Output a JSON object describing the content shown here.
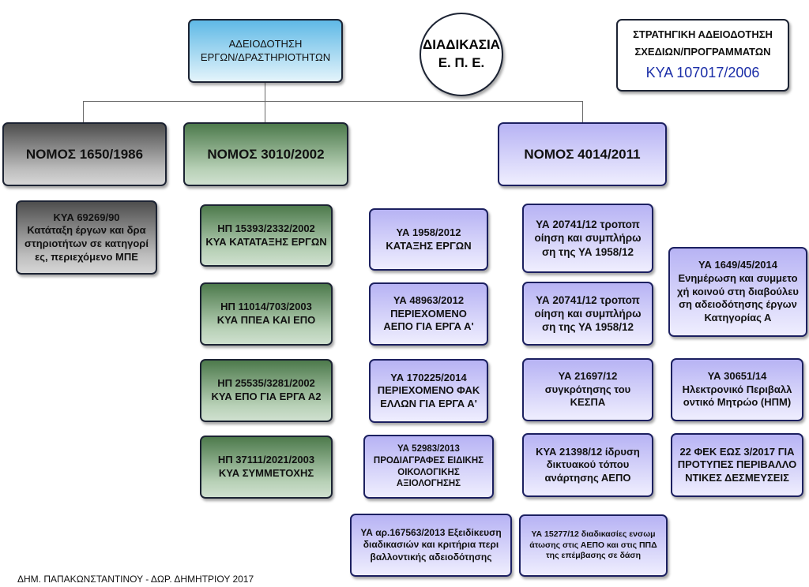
{
  "center": {
    "line1": "ΔΙΑΔΙΚΑΣΙΑ",
    "line2": "Ε. Π. Ε."
  },
  "top_left": {
    "line1": "ΑΔΕΙΟΔΟΤΗΣΗ",
    "line2": "ΕΡΓΩΝ/ΔΡΑΣΤΗΡΙΟΤΗΤΩΝ"
  },
  "top_right": {
    "line1": "ΣΤΡΑΤΗΓΙΚΗ ΑΔΕΙΟΔΟΤΗΣΗ",
    "line2": "ΣΧΕΔΙΩΝ/ΠΡΟΓΡΑΜΜΑΤΩΝ",
    "line3": "ΚΥΑ 107017/2006"
  },
  "laws": {
    "law1": "ΝΟΜΟΣ 1650/1986",
    "law2": "ΝΟΜΟΣ 3010/2002",
    "law3": "ΝΟΜΟΣ 4014/2011"
  },
  "col1": {
    "b1": [
      "ΚΥΑ 69269/90",
      "Κατάταξη έργων και δρα",
      "στηριοτήτων σε κατηγορί",
      "ες, περιεχόμενο ΜΠΕ"
    ]
  },
  "col2": {
    "b1": [
      "ΗΠ 15393/2332/2002",
      "ΚΥΑ ΚΑΤΑΤΑΞΗΣ ΕΡΓΩΝ"
    ],
    "b2": [
      "ΗΠ 11014/703/2003",
      "ΚΥΑ ΠΠΕΑ ΚΑΙ ΕΠΟ"
    ],
    "b3": [
      "ΗΠ 25535/3281/2002",
      "ΚΥΑ ΕΠΟ ΓΙΑ ΕΡΓΑ Α2"
    ],
    "b4": [
      "ΗΠ 37111/2021/2003",
      "ΚΥΑ ΣΥΜΜΕΤΟΧΗΣ"
    ]
  },
  "col3": {
    "b1": [
      "ΥΑ 1958/2012",
      "ΚΑΤΑΞΗΣ ΕΡΓΩΝ"
    ],
    "b2": [
      "ΥΑ 48963/2012",
      "ΠΕΡΙΕΧΟΜΕΝΟ",
      "ΑΕΠΟ ΓΙΑ ΕΡΓΑ Α'"
    ],
    "b3": [
      "ΥΑ 170225/2014",
      "ΠΕΡΙΕΧΟΜΕΝΟ ΦΑΚ",
      "ΕΛΛΩΝ ΓΙΑ ΕΡΓΑ Α'"
    ],
    "b4": [
      "ΥΑ 52983/2013",
      "ΠΡΟΔΙΑΓΡΑΦΕΣ ΕΙΔΙΚΗΣ",
      "ΟΙΚΟΛΟΓΙΚΗΣ",
      "ΑΞΙΟΛΟΓΗΣΗΣ"
    ],
    "b5": [
      "ΥΑ αρ.167563/2013 Εξειδίκευση",
      "διαδικασιών και κριτήρια περι",
      "βαλλοντικής αδειοδότησης"
    ]
  },
  "col4": {
    "b1": [
      "ΥΑ 20741/12 τροποπ",
      "οίηση και συμπλήρω",
      "ση της ΥΑ 1958/12"
    ],
    "b2": [
      "ΥΑ 20741/12 τροποπ",
      "οίηση και συμπλήρω",
      "ση της ΥΑ 1958/12"
    ],
    "b3": [
      "ΥΑ 21697/12",
      "συγκρότησης του",
      "ΚΕΣΠΑ"
    ],
    "b4": [
      "ΚΥΑ 21398/12 ίδρυση",
      "δικτυακού τόπου",
      "ανάρτησης ΑΕΠΟ"
    ],
    "b5": [
      "ΥΑ 15277/12 διαδικασίες ενσωμ",
      "άτωσης στις ΑΕΠΟ και στις ΠΠΔ",
      "της επέμβασης σε δάση"
    ]
  },
  "col5": {
    "b1": [
      "ΥΑ 1649/45/2014",
      "Ενημέρωση και συμμετο",
      "χή κοινού στη διαβούλευ",
      "ση αδειοδότησης έργων",
      "Κατηγορίας Α"
    ],
    "b2": [
      "ΥΑ 30651/14",
      "Ηλεκτρονικό Περιβαλλ",
      "οντικό Μητρώο (ΗΠΜ)"
    ],
    "b3": [
      "22 ΦΕΚ ΕΩΣ 3/2017 ΓΙΑ",
      "ΠΡΟΤΥΠΕΣ ΠΕΡΙΒΑΛΛΟ",
      "ΝΤΙΚΕΣ ΔΕΣΜΕΥΣΕΙΣ"
    ]
  },
  "footer": "ΔΗΜ. ΠΑΠΑΚΩΝΣΤΑΝΤΙΝΟΥ - ΔΩΡ. ΔΗΜΗΤΡΙΟΥ 2017"
}
